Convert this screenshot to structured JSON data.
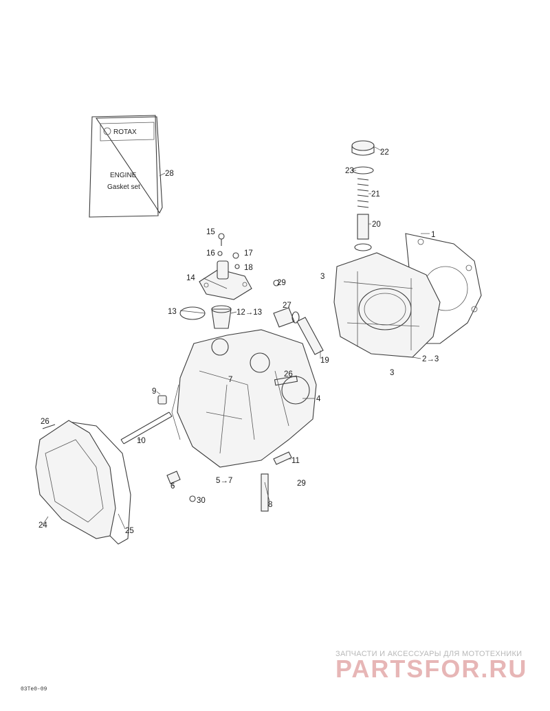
{
  "gasket_kit": {
    "brand": "ROTAX",
    "line1": "ENGINE",
    "line2": "Gasket set"
  },
  "callouts": [
    {
      "id": "c1",
      "text": "1"
    },
    {
      "id": "c2",
      "text": "2→3"
    },
    {
      "id": "c3a",
      "text": "3"
    },
    {
      "id": "c3b",
      "text": "3"
    },
    {
      "id": "c4",
      "text": "4"
    },
    {
      "id": "c5",
      "text": "5→7"
    },
    {
      "id": "c6",
      "text": "6"
    },
    {
      "id": "c7",
      "text": "7"
    },
    {
      "id": "c8",
      "text": "8"
    },
    {
      "id": "c9",
      "text": "9"
    },
    {
      "id": "c10",
      "text": "10"
    },
    {
      "id": "c11",
      "text": "11"
    },
    {
      "id": "c12",
      "text": "12→13"
    },
    {
      "id": "c13",
      "text": "13"
    },
    {
      "id": "c14",
      "text": "14"
    },
    {
      "id": "c15",
      "text": "15"
    },
    {
      "id": "c16",
      "text": "16"
    },
    {
      "id": "c17",
      "text": "17"
    },
    {
      "id": "c18",
      "text": "18"
    },
    {
      "id": "c19",
      "text": "19"
    },
    {
      "id": "c20",
      "text": "20"
    },
    {
      "id": "c21",
      "text": "21"
    },
    {
      "id": "c22",
      "text": "22"
    },
    {
      "id": "c23",
      "text": "23"
    },
    {
      "id": "c24",
      "text": "24"
    },
    {
      "id": "c25",
      "text": "25"
    },
    {
      "id": "c26a",
      "text": "26"
    },
    {
      "id": "c26b",
      "text": "26"
    },
    {
      "id": "c27",
      "text": "27"
    },
    {
      "id": "c28",
      "text": "28"
    },
    {
      "id": "c29a",
      "text": "29"
    },
    {
      "id": "c29b",
      "text": "29"
    },
    {
      "id": "c30",
      "text": "30"
    }
  ],
  "watermark": {
    "line1": "ЗАПЧАСТИ И АКСЕССУАРЫ ДЛЯ МОТОТЕХНИКИ",
    "line2": "PARTSFOR.RU"
  },
  "figure_code": "03Te0-09"
}
